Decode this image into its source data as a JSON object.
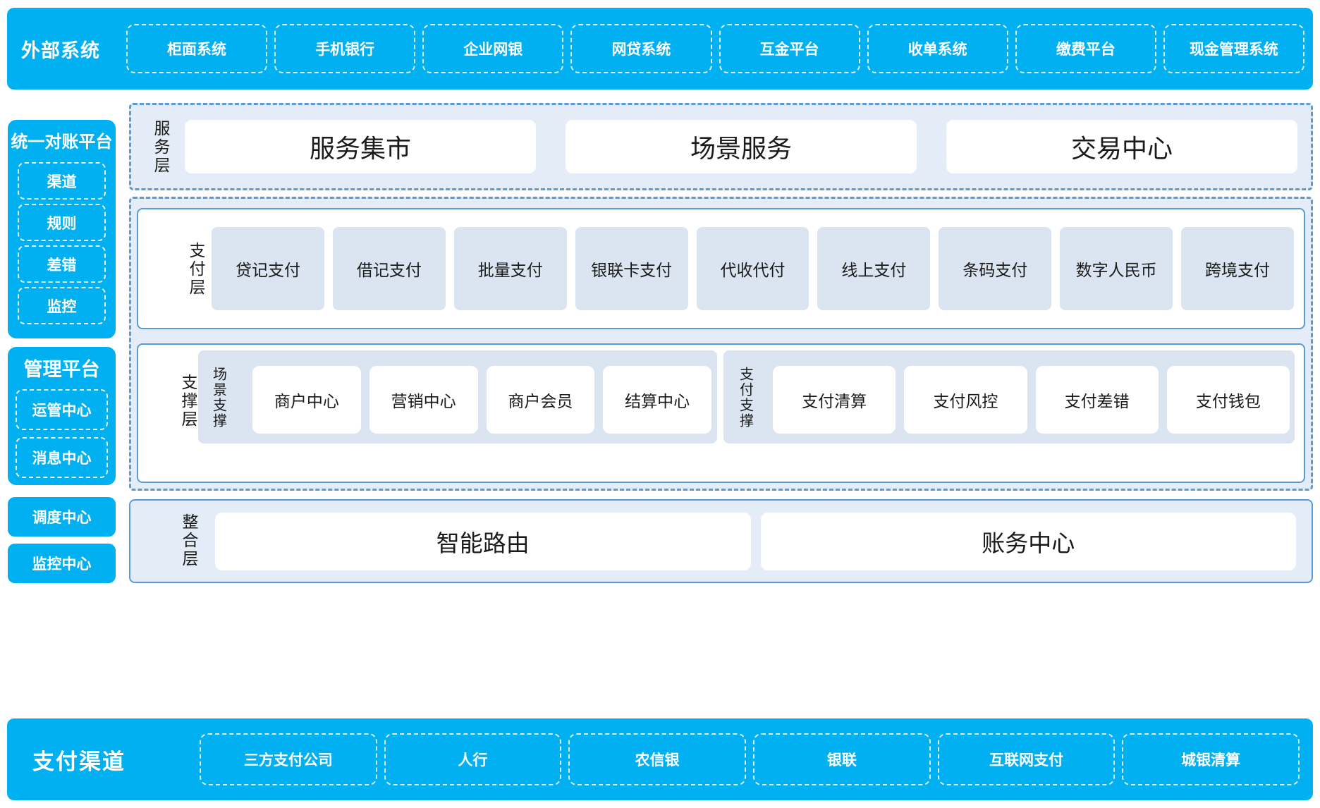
{
  "external_systems": {
    "title": "外部系统",
    "items": [
      "柜面系统",
      "手机银行",
      "企业网银",
      "网贷系统",
      "互金平台",
      "收单系统",
      "缴费平台",
      "现金管理系统"
    ]
  },
  "sidebar": {
    "reconciliation": {
      "title": "统一对账平台",
      "items": [
        "渠道",
        "规则",
        "差错",
        "监控"
      ]
    },
    "management": {
      "title": "管理平台",
      "items": [
        "运管中心",
        "消息中心"
      ]
    },
    "standalone": [
      "调度中心",
      "监控中心"
    ]
  },
  "service_layer": {
    "label": "服务层",
    "items": [
      "服务集市",
      "场景服务",
      "交易中心"
    ]
  },
  "payment_layer": {
    "label": "支付层",
    "items": [
      "贷记支付",
      "借记支付",
      "批量支付",
      "银联卡支付",
      "代收代付",
      "线上支付",
      "条码支付",
      "数字人民币",
      "跨境支付"
    ]
  },
  "support_layer": {
    "label": "支撑层",
    "groups": [
      {
        "label": "场景支撑",
        "items": [
          "商户中心",
          "营销中心",
          "商户会员",
          "结算中心"
        ]
      },
      {
        "label": "支付支撑",
        "items": [
          "支付清算",
          "支付风控",
          "支付差错",
          "支付钱包"
        ]
      }
    ]
  },
  "integration_layer": {
    "label": "整合层",
    "items": [
      "智能路由",
      "账务中心"
    ]
  },
  "payment_channels": {
    "title": "支付渠道",
    "items": [
      "三方支付公司",
      "人行",
      "农信银",
      "银联",
      "互联网支付",
      "城银清算"
    ]
  },
  "colors": {
    "brand_cyan": "#00b0f0",
    "panel_blue": "#e4edf7",
    "chip_blue": "#dbe5f1",
    "border_blue": "#5b9bd5",
    "card_white": "#ffffff",
    "text_dark": "#1a1a1a"
  }
}
